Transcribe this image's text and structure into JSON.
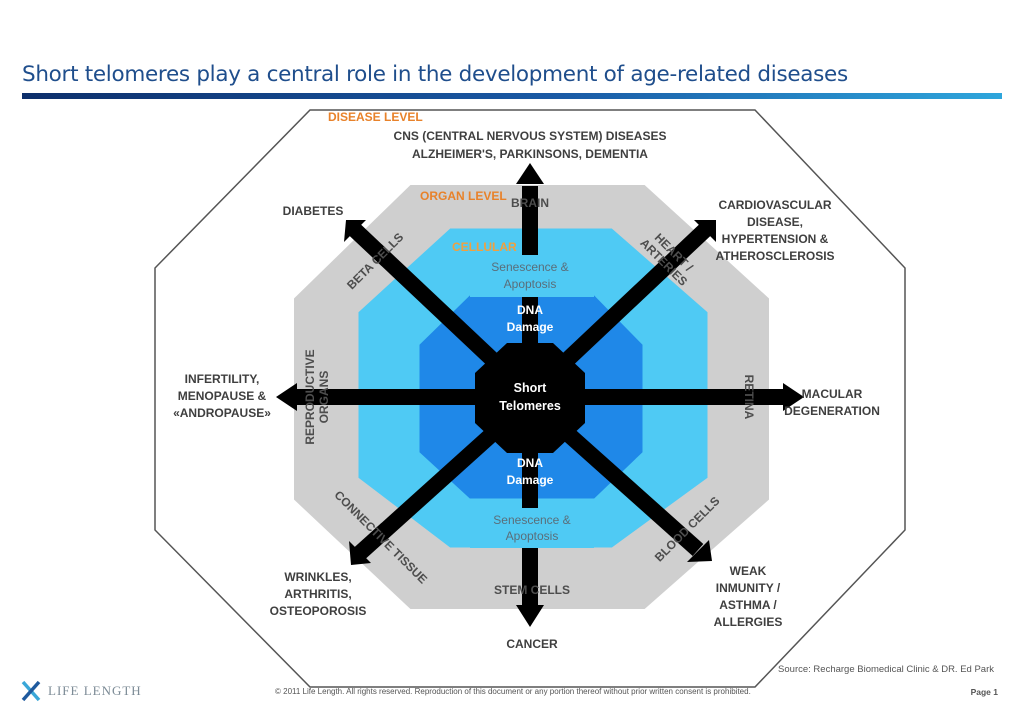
{
  "title": "Short telomeres play a central role in the development of age-related diseases",
  "colors": {
    "title": "#1f4e8c",
    "disease_level_label": "#e8822a",
    "organ_level_label": "#e8822a",
    "cellular_label": "#f0a040",
    "organ_ring": "#cfcfcf",
    "cellular_ring": "#4fcaf4",
    "dna_ring": "#1f88e8",
    "core": "#000000"
  },
  "levels": {
    "disease": "DISEASE LEVEL",
    "organ": "ORGAN LEVEL",
    "cellular": "CELLULAR"
  },
  "core": {
    "line1": "Short",
    "line2": "Telomeres"
  },
  "cellular": {
    "top": {
      "line1": "Senescence &",
      "line2": "Apoptosis"
    },
    "bottom": {
      "line1": "Senescence &",
      "line2": "Apoptosis"
    }
  },
  "dna": {
    "top": {
      "line1": "DNA",
      "line2": "Damage"
    },
    "bottom": {
      "line1": "DNA",
      "line2": "Damage"
    }
  },
  "organs": {
    "brain": "BRAIN",
    "beta_cells": "BETA CELLS",
    "heart_line1": "HEART /",
    "heart_line2": "ARTERIES",
    "retina": "RETINA",
    "blood_cells": "BLOOD CELLS",
    "stem_cells": "STEM CELLS",
    "connective_tissue": "CONNECTIVE TISSUE",
    "reproductive_line1": "REPRODUCTIVE",
    "reproductive_line2": "ORGANS"
  },
  "diseases": {
    "cns": {
      "line1": "CNS (CENTRAL NERVOUS SYSTEM) DISEASES",
      "line2": "ALZHEIMER'S, PARKINSONS, DEMENTIA"
    },
    "diabetes": "DIABETES",
    "cardio": {
      "line1": "CARDIOVASCULAR",
      "line2": "DISEASE,",
      "line3": "HYPERTENSION &",
      "line4": "ATHEROSCLEROSIS"
    },
    "macular": {
      "line1": "MACULAR",
      "line2": "DEGENERATION"
    },
    "immunity": {
      "line1": "WEAK",
      "line2": "INMUNITY /",
      "line3": "ASTHMA /",
      "line4": "ALLERGIES"
    },
    "cancer": "CANCER",
    "wrinkles": {
      "line1": "WRINKLES,",
      "line2": "ARTHRITIS,",
      "line3": "OSTEOPOROSIS"
    },
    "infertility": {
      "line1": "INFERTILITY,",
      "line2": "MENOPAUSE &",
      "line3": "«ANDROPAUSE»"
    }
  },
  "source": "Source: Recharge Biomedical Clinic & DR. Ed Park",
  "footer": "© 2011 Life Length.  All rights reserved. Reproduction of this document or any portion thereof without prior written consent is prohibited.",
  "page": "Page 1",
  "logo": {
    "text": "LIFE LENGTH"
  }
}
